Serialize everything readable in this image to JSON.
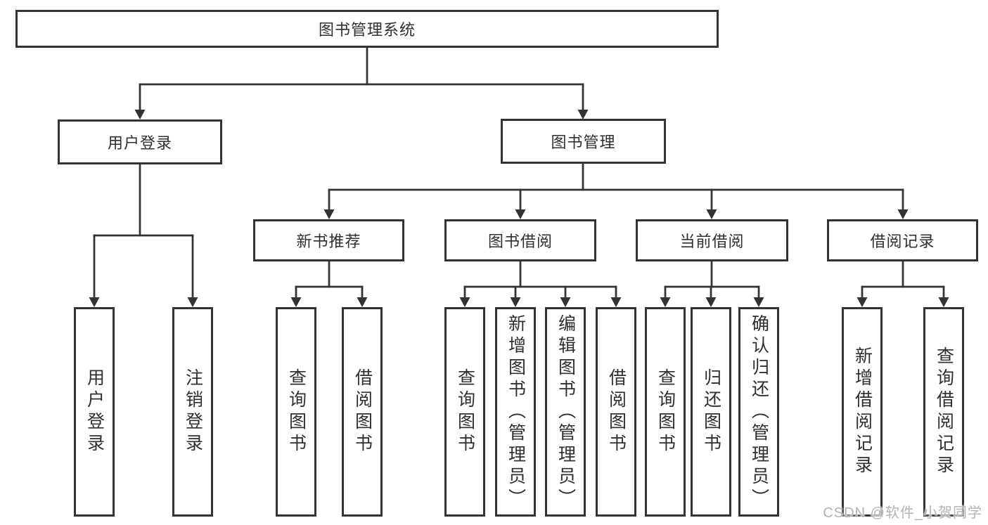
{
  "tree": {
    "root": {
      "label": "图书管理系统",
      "children": [
        {
          "label": "用户登录",
          "children": [
            {
              "label": "用户登录"
            },
            {
              "label": "注销登录"
            }
          ]
        },
        {
          "label": "图书管理",
          "children": [
            {
              "label": "新书推荐",
              "children": [
                {
                  "label": "查询图书"
                },
                {
                  "label": "借阅图书"
                }
              ]
            },
            {
              "label": "图书借阅",
              "children": [
                {
                  "label": "查询图书"
                },
                {
                  "label": "新增图书（管理员）"
                },
                {
                  "label": "编辑图书（管理员）"
                },
                {
                  "label": "借阅图书"
                }
              ]
            },
            {
              "label": "当前借阅",
              "children": [
                {
                  "label": "查询图书"
                },
                {
                  "label": "归还图书"
                },
                {
                  "label": "确认归还（管理员）"
                }
              ]
            },
            {
              "label": "借阅记录",
              "children": [
                {
                  "label": "新增借阅记录"
                },
                {
                  "label": "查询借阅记录"
                }
              ]
            }
          ]
        }
      ]
    }
  },
  "watermark": {
    "text": "CSDN @软件_小贺同学"
  },
  "colors": {
    "line": "#333333",
    "text": "#2f2f2f",
    "background": "#ffffff",
    "watermark": "#b3b3b3"
  }
}
